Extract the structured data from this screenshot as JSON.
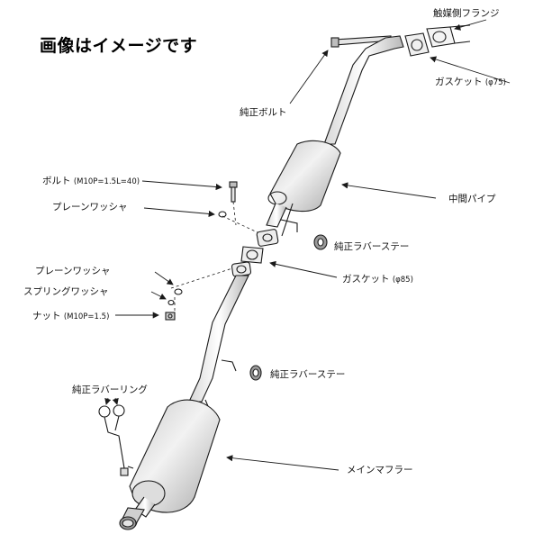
{
  "title": "画像はイメージです",
  "labels": {
    "flange": "触媒側フランジ",
    "gasket_top": "ガスケット",
    "gasket_top_size": "(φ75)",
    "genuine_bolt": "純正ボルト",
    "mid_pipe": "中間パイプ",
    "bolt": "ボルト",
    "bolt_spec": "(M10P=1.5L=40)",
    "plain_washer_top": "プレーンワッシャ",
    "rubber_stay_top": "純正ラバーステー",
    "plain_washer_lower": "プレーンワッシャ",
    "gasket_mid": "ガスケット",
    "gasket_mid_size": "(φ85)",
    "spring_washer": "スプリングワッシャ",
    "nut": "ナット",
    "nut_spec": "(M10P=1.5)",
    "rubber_stay_lower": "純正ラバーステー",
    "rubber_ring": "純正ラバーリング",
    "main_muffler": "メインマフラー"
  },
  "colors": {
    "line": "#1a1a1a",
    "shade": "#9a9a9a",
    "light": "#dcdcdc"
  }
}
